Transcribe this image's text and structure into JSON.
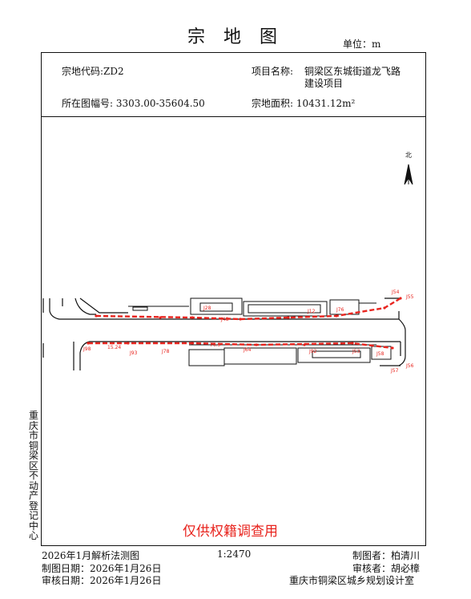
{
  "title": "宗 地 图",
  "unit": "单位：m",
  "header": {
    "parcel_code": "宗地代码:ZD2",
    "project_name_label": "项目名称:",
    "project_name_line1": "铜梁区东城街道龙飞路",
    "project_name_line2": "建设项目",
    "map_sheet": "所在图幅号: 3303.00-35604.50",
    "area": "宗地面积: 10431.12m²"
  },
  "side_text": "重庆市铜梁区不动产登记中心",
  "watermark": "仅供权籍调查用",
  "north_label": "北",
  "map_labels": [
    "J54",
    "J55",
    "J56",
    "J57",
    "J58",
    "J93",
    "J78",
    "J28",
    "J98",
    "J64",
    "J12",
    "J76",
    "J53",
    "J92",
    "J48",
    "15.24",
    "76.9"
  ],
  "footer": {
    "survey_method": "2026年1月解析法测图",
    "scale": "1:2470",
    "drawer": "制图者：柏清川",
    "draw_date": "制图日期：2026年1月26日",
    "reviewer": "审核者：胡必樟",
    "review_date": "审核日期：2026年1月26日",
    "org": "重庆市铜梁区城乡规划设计室"
  },
  "colors": {
    "boundary": "#e8241e",
    "line": "#111111"
  }
}
